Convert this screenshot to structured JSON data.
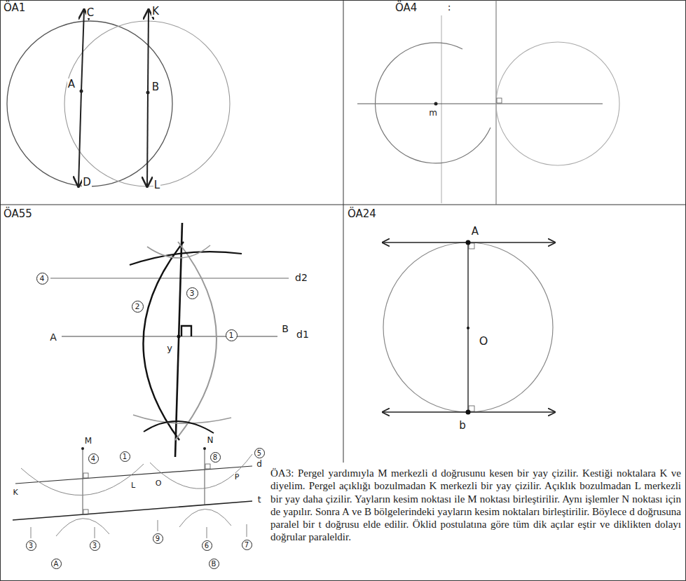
{
  "diagram": {
    "labels": [
      "ÖA1",
      "ÖA4",
      ":",
      "C",
      "K",
      "A",
      "B",
      "D",
      "L",
      "m",
      "ÖA55",
      "ÖA24",
      "4",
      "d2",
      "3",
      "2",
      "1",
      "A",
      "y",
      "B",
      "d1",
      "A",
      "O",
      "b",
      "M",
      "4",
      "1",
      "N",
      "8",
      "5",
      "K",
      "L",
      "O",
      "P",
      "d",
      "t",
      "3",
      "A",
      "3",
      "9",
      "6",
      "B",
      "7",
      "ÖA3: Pergel yardımıyla M merkezli d doğrusunu kesen bir yay çizilir. Kestiği noktalara K ve diyelim. Pergel açıklığı bozulmadan K merkezli bir yay çizilir. Açıklık bozulmadan L merkezli bir yay daha çizilir. Yayların kesim noktası ile M noktası birleştirilir. Aynı işlemler N noktası için de yapılır. Sonra A ve B bölgelerindeki yayların kesim noktaları birleştirilir. Böylece d doğrusuna paralel bir t doğrusu elde edilir. Öklid postulatına göre tüm dik açılar eştir ve diklikten dolayı doğrular paraleldir."
    ]
  }
}
